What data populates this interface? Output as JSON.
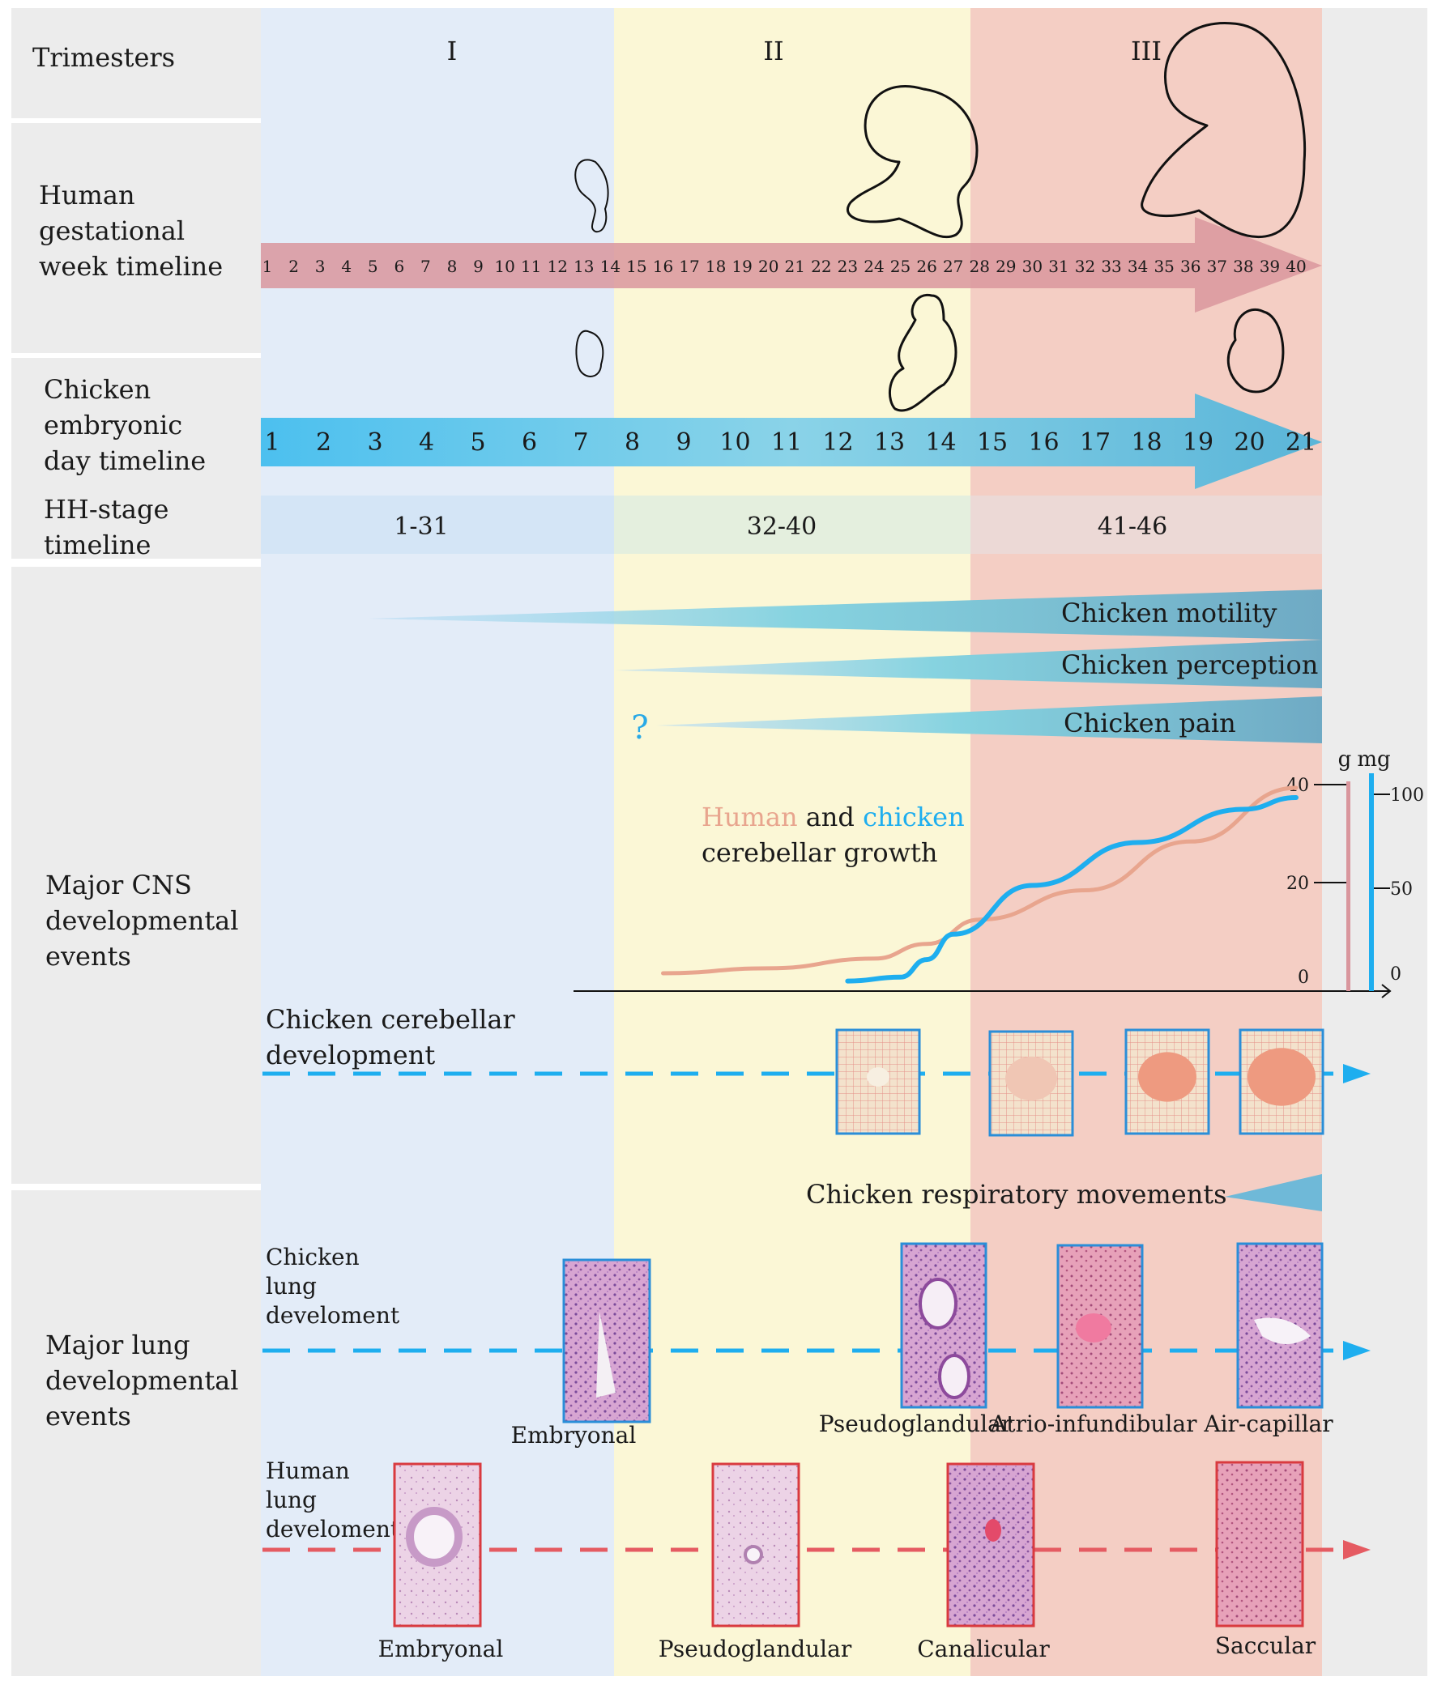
{
  "rows": {
    "trimesters": "Trimesters",
    "human_timeline": [
      "Human",
      "gestational",
      "week timeline"
    ],
    "chicken_timeline": [
      "Chicken",
      "embryonic",
      "day timeline"
    ],
    "hh_timeline": [
      "HH-stage",
      "timeline"
    ],
    "cns_events": [
      "Major CNS",
      "developmental",
      "events"
    ],
    "lung_events": [
      "Major lung",
      "developmental",
      "events"
    ]
  },
  "trimesters": [
    "I",
    "II",
    "III"
  ],
  "human_weeks": [
    "1",
    "2",
    "3",
    "4",
    "5",
    "6",
    "7",
    "8",
    "9",
    "10",
    "11",
    "12",
    "13",
    "14",
    "15",
    "16",
    "17",
    "18",
    "19",
    "20",
    "21",
    "22",
    "23",
    "24",
    "25",
    "26",
    "27",
    "28",
    "29",
    "30",
    "31",
    "32",
    "33",
    "34",
    "35",
    "36",
    "37",
    "38",
    "39",
    "40"
  ],
  "chicken_days": [
    "1",
    "2",
    "3",
    "4",
    "5",
    "6",
    "7",
    "8",
    "9",
    "10",
    "11",
    "12",
    "13",
    "14",
    "15",
    "16",
    "17",
    "18",
    "19",
    "20",
    "21"
  ],
  "hh_stages": [
    "1-31",
    "32-40",
    "41-46"
  ],
  "wedges": {
    "motility": "Chicken motility",
    "perception": "Chicken perception",
    "pain": "Chicken pain",
    "pain_question": "?",
    "respiratory": "Chicken respiratory movements"
  },
  "growth": {
    "title_human": "Human",
    "title_and": " and ",
    "title_chicken": "chicken",
    "title_line2": "cerebellar growth",
    "unit_g": "g",
    "unit_mg": "mg",
    "g_ticks": [
      "40",
      "20",
      "0"
    ],
    "mg_ticks": [
      "100",
      "50",
      "0"
    ]
  },
  "chart_data": {
    "type": "line",
    "title": "Human and chicken cerebellar growth",
    "x_unit": "human gestational week",
    "series": [
      {
        "name": "Human",
        "unit": "g",
        "color": "#e8a58e",
        "x": [
          16,
          20,
          24,
          26,
          28,
          32,
          36,
          40
        ],
        "y": [
          2,
          3,
          5,
          8,
          13,
          19,
          29,
          40
        ]
      },
      {
        "name": "chicken",
        "unit": "mg",
        "color": "#1eaeef",
        "x": [
          23,
          25,
          26,
          27,
          30,
          34,
          38,
          40
        ],
        "y": [
          1,
          3,
          12,
          25,
          50,
          72,
          89,
          95
        ]
      }
    ],
    "g_axis": [
      0,
      40
    ],
    "mg_axis": [
      0,
      100
    ]
  },
  "cerebellar": {
    "label": [
      "Chicken cerebellar",
      "development"
    ]
  },
  "lung": {
    "chicken_label": [
      "Chicken",
      "lung",
      "develoment"
    ],
    "human_label": [
      "Human",
      "lung",
      "develoment"
    ],
    "chicken_stages": [
      "Embryonal",
      "Pseudoglandular",
      "Atrio-infundibular",
      "Air-capillar"
    ],
    "human_stages": [
      "Embryonal",
      "Pseudoglandular",
      "Canalicular",
      "Saccular"
    ]
  },
  "colors": {
    "trimester1": "#e3ecf8",
    "trimester2": "#fbf7d6",
    "trimester3": "#f4cec4",
    "label_column": "#ececec",
    "human_arrow": "#d9969d",
    "chicken_arrow": "#3cb8ea",
    "chicken_line": "#1eaeef",
    "human_line": "#e55b62"
  }
}
